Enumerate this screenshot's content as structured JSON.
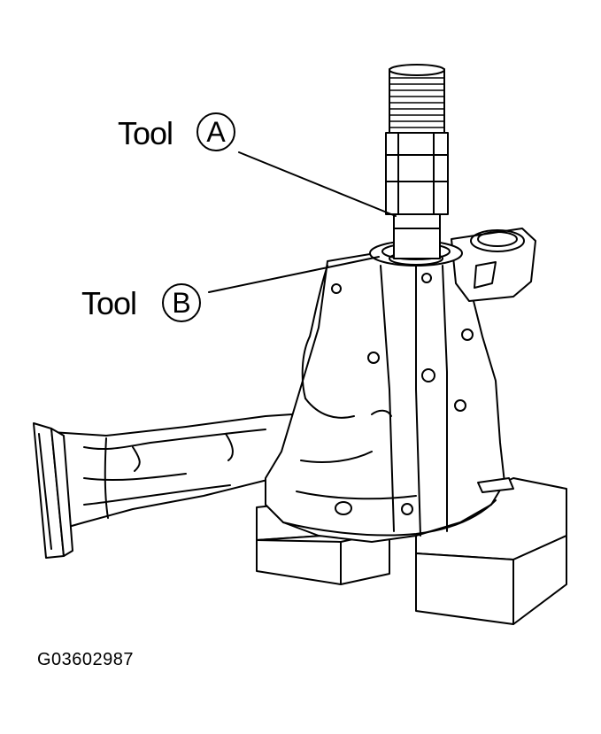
{
  "labels": {
    "tool_a_word": "Tool",
    "tool_a_letter": "A",
    "tool_b_word": "Tool",
    "tool_b_letter": "B"
  },
  "figure_id": "G03602987",
  "colors": {
    "line": "#000000",
    "background": "#ffffff"
  }
}
